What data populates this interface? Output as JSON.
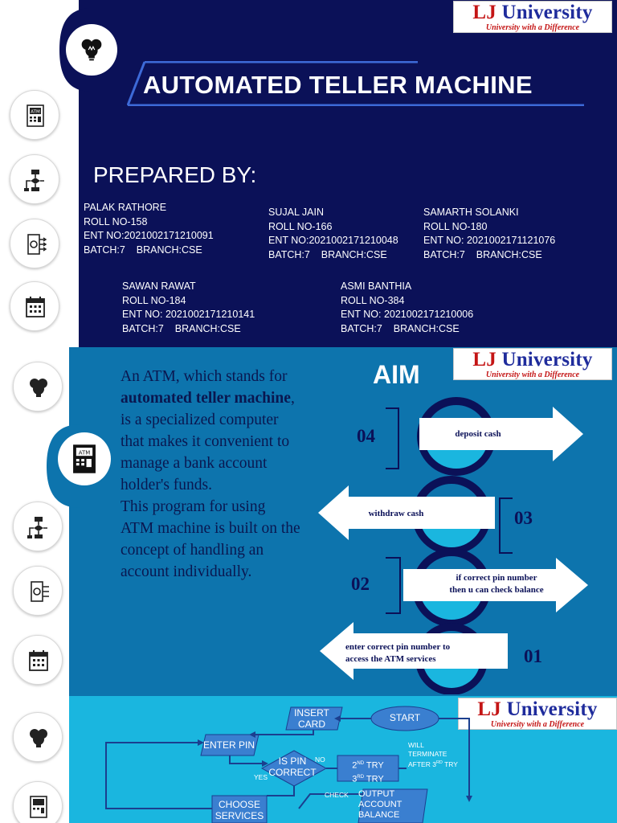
{
  "logo": {
    "name_lj": "LJ",
    "name_university": "University",
    "tagline": "University with a Difference"
  },
  "slide1": {
    "title": "AUTOMATED TELLER MACHINE",
    "prepared_by": "PREPARED BY:",
    "members": [
      {
        "name": "PALAK RATHORE",
        "roll": "ROLL NO-158",
        "ent": "ENT NO:2021002171210091",
        "batch": "BATCH:7    BRANCH:CSE"
      },
      {
        "name": "SUJAL JAIN",
        "roll": "ROLL NO-166",
        "ent": "ENT NO:2021002171210048",
        "batch": "BATCH:7    BRANCH:CSE"
      },
      {
        "name": "SAMARTH SOLANKI",
        "roll": "ROLL NO-180",
        "ent": "ENT NO: 2021002171121076",
        "batch": "BATCH:7    BRANCH:CSE"
      },
      {
        "name": "SAWAN RAWAT",
        "roll": "ROLL NO-184",
        "ent": "ENT NO: 2021002171210141",
        "batch": "BATCH:7    BRANCH:CSE"
      },
      {
        "name": "ASMI BANTHIA",
        "roll": "ROLL NO-384",
        "ent": "ENT NO: 2021002171210006",
        "batch": "BATCH:7    BRANCH:CSE"
      }
    ]
  },
  "slide2": {
    "desc_1": "An ATM, which stands for ",
    "desc_bold": "automated teller machine",
    "desc_2": ", is a specialized computer that makes it convenient to manage a bank account holder's funds.",
    "desc_3": "This program for using ATM machine is built on the concept of handling an account individually.",
    "aim_title": "AIM",
    "steps": [
      {
        "num": "04",
        "label": "deposit cash"
      },
      {
        "num": "03",
        "label": "withdraw cash"
      },
      {
        "num": "02",
        "label_line1": "if correct pin number",
        "label_line2": "then u can check balance"
      },
      {
        "num": "01",
        "label_line1": "enter correct pin number to",
        "label_line2": "access the ATM services"
      }
    ]
  },
  "slide3": {
    "start": "START",
    "insert_card_1": "INSERT",
    "insert_card_2": "CARD",
    "enter_pin": "ENTER PIN",
    "is_pin_1": "IS PIN",
    "is_pin_2": "CORRECT",
    "no": "NO",
    "yes": "YES",
    "try_2_num": "2",
    "try_2_sup": "ND",
    "try_2_word": " TRY",
    "try_3_num": "3",
    "try_3_sup": "RD",
    "try_3_word": " TRY",
    "will_terminate_1": "WILL",
    "will_terminate_2": "TERMINATE",
    "will_terminate_3": "AFTER 3",
    "will_terminate_sup": "RD",
    "will_terminate_4": " TRY",
    "check": "CHECK",
    "choose_1": "CHOOSE",
    "choose_2": "SERVICES",
    "output_1": "OUTPUT",
    "output_2": "ACCOUNT",
    "output_3": "BALANCE"
  },
  "colors": {
    "navy": "#0b1158",
    "blue": "#0d74ad",
    "cyan": "#1ab6df",
    "logo_blue": "#1f2c9c",
    "logo_red": "#c41515"
  },
  "icons": [
    "ideas-icon",
    "atm-icon",
    "flowchart-icon",
    "process-icon",
    "calendar-icon"
  ]
}
